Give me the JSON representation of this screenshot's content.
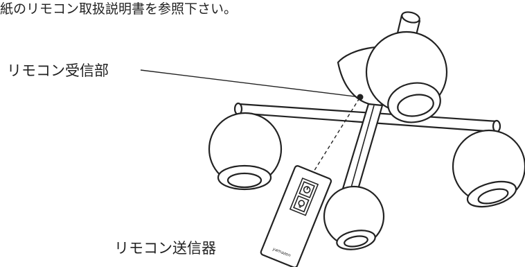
{
  "header_text": "紙のリモコン取扱説明書を参照下さい。",
  "labels": {
    "receiver": "リモコン受信部",
    "transmitter": "リモコン送信器"
  },
  "remote_brand": "yamazen"
}
